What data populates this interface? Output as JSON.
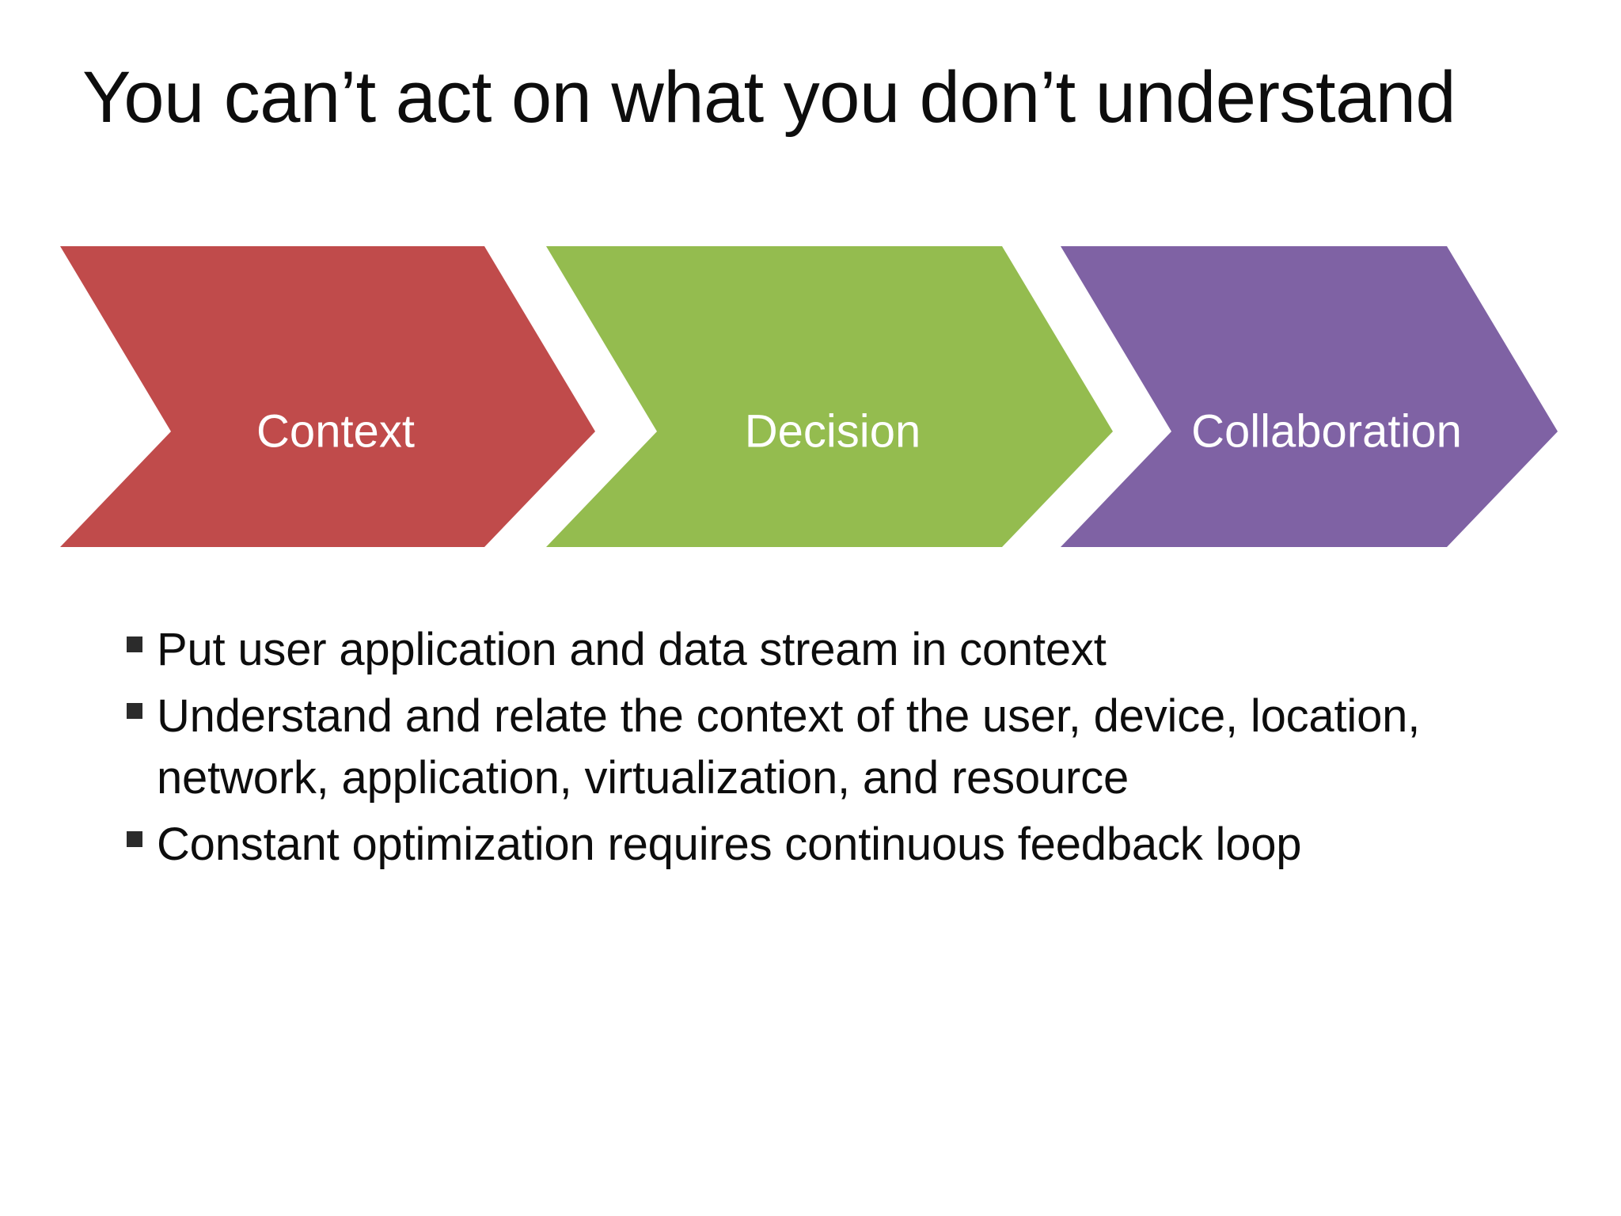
{
  "slide": {
    "title": "You can’t act on what you don’t understand",
    "background_color": "#FFFFFF",
    "text_color": "#0D0D0D"
  },
  "process": {
    "name": "three-stage-chevron-process",
    "steps": [
      {
        "label": "Context",
        "color": "#C04B4B",
        "text_color": "#FFFFFF"
      },
      {
        "label": "Decision",
        "color": "#94BC4F",
        "text_color": "#FFFFFF"
      },
      {
        "label": "Collaboration",
        "color": "#7F62A4",
        "text_color": "#FFFFFF"
      }
    ]
  },
  "bullets": {
    "marker": "square-bullet",
    "marker_color": "#2B2B2B",
    "items": [
      "Put user application and data stream in context",
      "Understand and relate the context of the user, device, location, network, application, virtualization, and resource",
      "Constant optimization requires continuous feedback loop"
    ]
  }
}
